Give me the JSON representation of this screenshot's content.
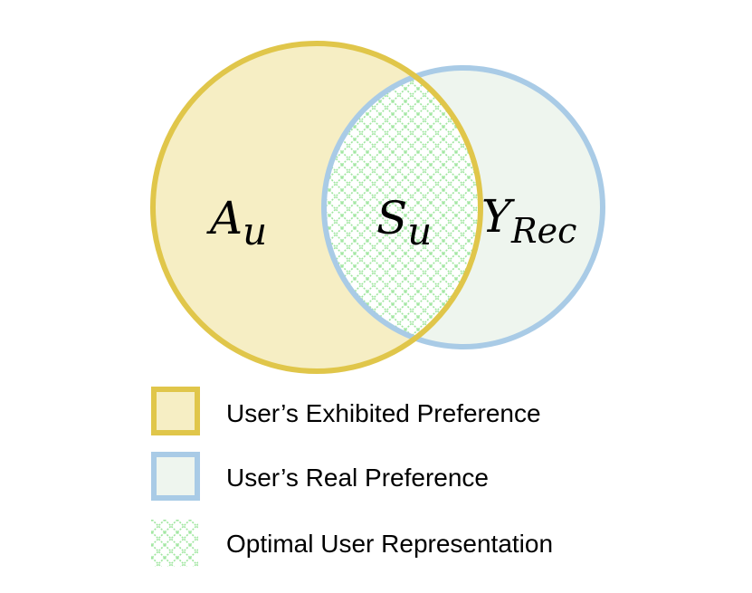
{
  "colors": {
    "exhibited_fill": "#f6eec4",
    "exhibited_stroke": "#e0c64a",
    "real_fill": "#eef5ee",
    "real_stroke": "#a9cbe6",
    "pattern": "#9fe69f"
  },
  "diagram": {
    "set_a": {
      "main": "A",
      "sub": "u"
    },
    "set_s": {
      "main": "S",
      "sub": "u"
    },
    "set_y": {
      "main": "Y",
      "sub": "Rec"
    }
  },
  "legend": {
    "items": [
      {
        "label": "User’s Exhibited Preference"
      },
      {
        "label": "User’s Real Preference"
      },
      {
        "label": "Optimal User Representation"
      }
    ]
  }
}
